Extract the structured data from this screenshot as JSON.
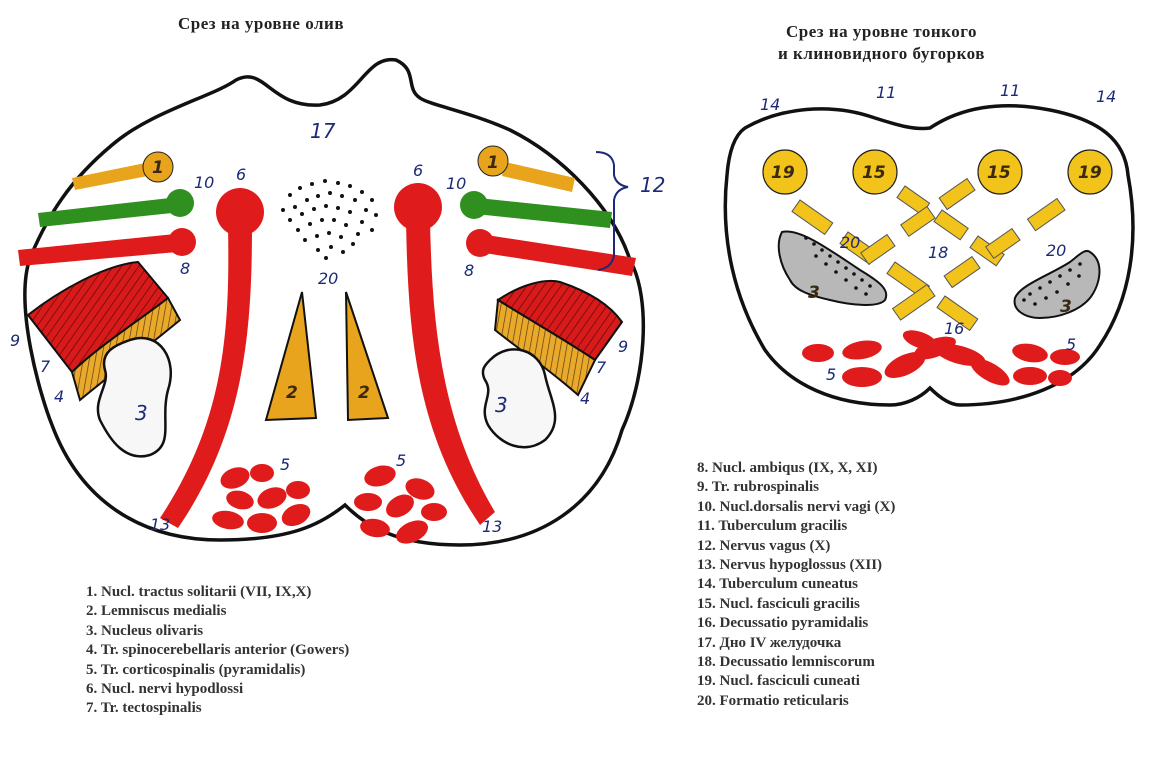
{
  "titles": {
    "left": "Срез на уровне олив",
    "right_line1": "Срез на уровне тонкого",
    "right_line2": "и клиновидного бугорков"
  },
  "legend_left": [
    "1. Nucl. tractus solitarii (VII, IX,X)",
    "2. Lemniscus medialis",
    "3. Nucleus olivaris",
    "4. Tr. spinocerebellaris anterior (Gowers)",
    "5. Tr. corticospinalis (pyramidalis)",
    "6. Nucl. nervi hypodlossi",
    "7. Tr.  tectospinalis"
  ],
  "legend_right": [
    "8. Nucl. ambiqus (IX, X, XI)",
    "9. Tr. rubrospinalis",
    "10. Nucl.dorsalis nervi vagi (X)",
    "11. Tuberculum gracilis",
    "12. Nervus vagus (X)",
    "13. Nervus hypoglossus (XII)",
    "14. Tuberculum cuneatus",
    "15. Nucl. fasciculi gracilis",
    "16. Decussatio pyramidalis",
    "17. Дно IV желудочка",
    "18. Decussatio lemniscorum",
    "19. Nucl. fasciculi cuneati",
    "20. Formatio reticularis"
  ],
  "left_labels": {
    "n1": "1",
    "n2": "2",
    "n3": "3",
    "n4": "4",
    "n5": "5",
    "n6": "6",
    "n7": "7",
    "n8": "8",
    "n9": "9",
    "n10": "10",
    "n12": "12",
    "n13": "13",
    "n17": "17",
    "n20": "20"
  },
  "right_labels": {
    "n3": "3",
    "n5": "5",
    "n11": "11",
    "n14": "14",
    "n15": "15",
    "n16": "16",
    "n18": "18",
    "n19": "19",
    "n20": "20"
  },
  "colors": {
    "red": "#e01b1b",
    "orange": "#e8a41c",
    "green": "#2f8f1f",
    "yellow": "#f2c31b",
    "gray": "#b8b8b8",
    "outline": "#111111",
    "label_blue": "#1d2a78"
  }
}
